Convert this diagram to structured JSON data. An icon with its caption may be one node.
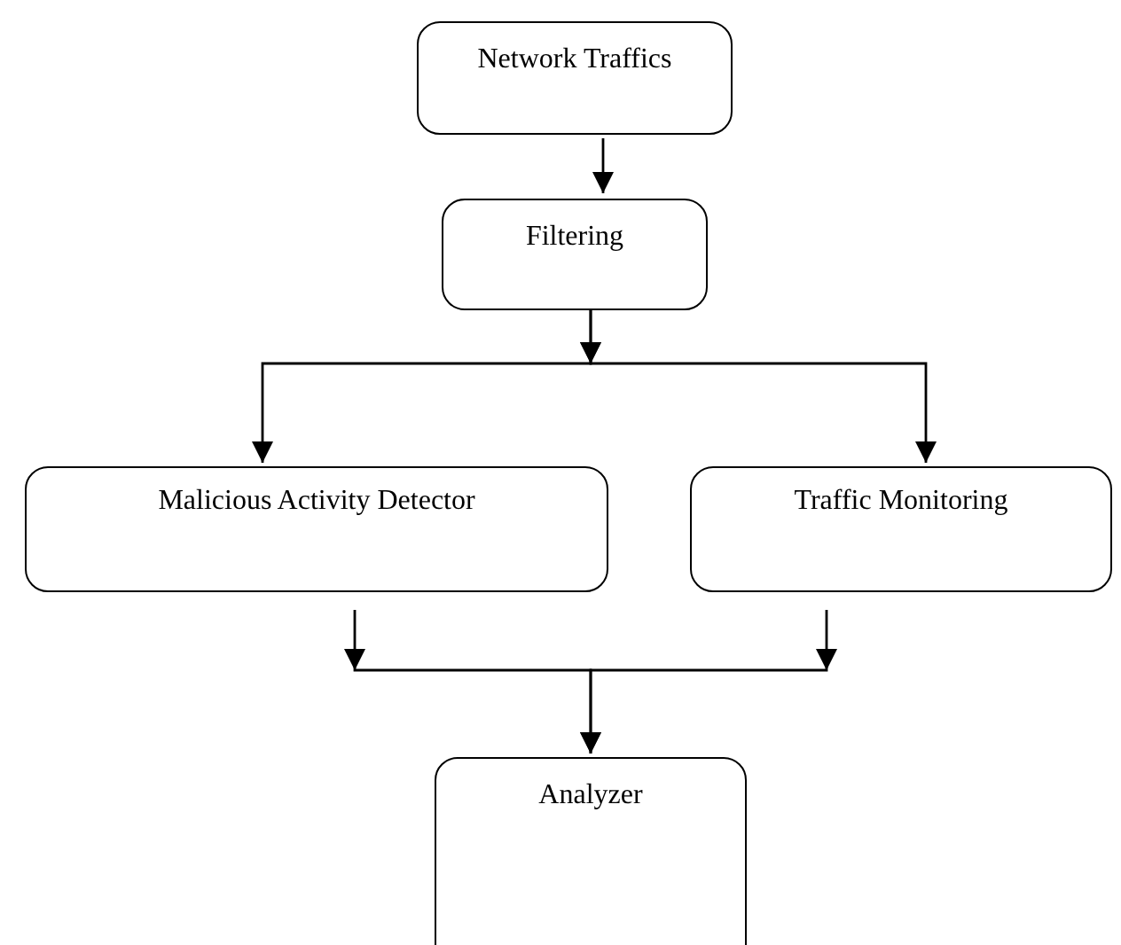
{
  "diagram": {
    "nodes": [
      {
        "text": [
          "Network Traffics"
        ]
      },
      {
        "text": [
          "Filtering"
        ]
      },
      {
        "text": [
          "Malicious Activity Detector"
        ]
      },
      {
        "text": [
          "Traffic Monitoring"
        ]
      },
      {
        "text": [
          "Analyzer"
        ]
      }
    ],
    "edges": [
      {
        "from": 0,
        "to": 1,
        "arrow": "to"
      },
      {
        "from": 1,
        "to": 2,
        "arrow": "to"
      },
      {
        "from": 1,
        "to": 3,
        "arrow": "to"
      },
      {
        "from": 2,
        "to": 4,
        "arrow": "to"
      },
      {
        "from": 3,
        "to": 4,
        "arrow": "to"
      }
    ]
  }
}
